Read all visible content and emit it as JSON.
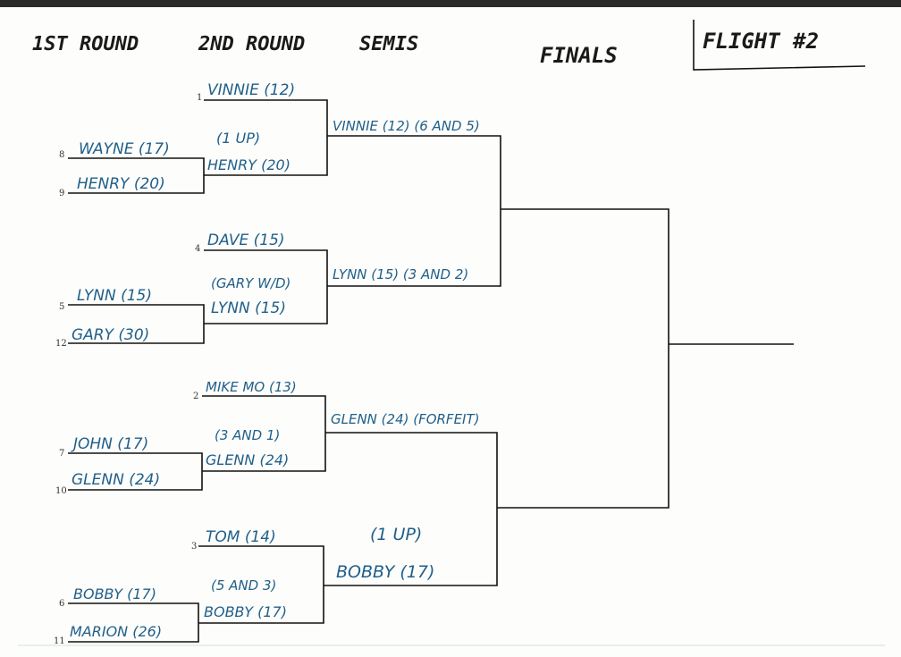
{
  "headers": {
    "round1": "1ST ROUND",
    "round2": "2ND ROUND",
    "semis": "SEMIS",
    "finals": "FINALS",
    "flight": "FLIGHT #2"
  },
  "round1": [
    {
      "top_seed": "8",
      "top": "WAYNE (17)",
      "bot_seed": "9",
      "bot": "HENRY (20)"
    },
    {
      "top_seed": "5",
      "top": "LYNN (15)",
      "bot_seed": "12",
      "bot": "GARY (30)"
    },
    {
      "top_seed": "7",
      "top": "JOHN (17)",
      "bot_seed": "10",
      "bot": "GLENN (24)"
    },
    {
      "top_seed": "6",
      "top": "BOBBY (17)",
      "bot_seed": "11",
      "bot": "MARION (26)"
    }
  ],
  "round2": [
    {
      "seed": "1",
      "top": "VINNIE (12)",
      "result": "(1 UP)",
      "bottom": "HENRY (20)"
    },
    {
      "seed": "4",
      "top": "DAVE (15)",
      "result": "(GARY W/D)",
      "bottom": "LYNN (15)"
    },
    {
      "seed": "2",
      "top": "MIKE MO (13)",
      "result": "(3 AND 1)",
      "bottom": "GLENN (24)"
    },
    {
      "seed": "3",
      "top": "TOM (14)",
      "result": "(5 AND 3)",
      "bottom": "BOBBY (17)"
    }
  ],
  "semis": [
    {
      "text": "VINNIE (12) (6 AND 5)"
    },
    {
      "text": "LYNN (15) (3 AND 2)"
    },
    {
      "text": "GLENN (24) (FORFEIT)"
    },
    {
      "result": "(1 UP)",
      "text": "BOBBY (17)"
    }
  ]
}
